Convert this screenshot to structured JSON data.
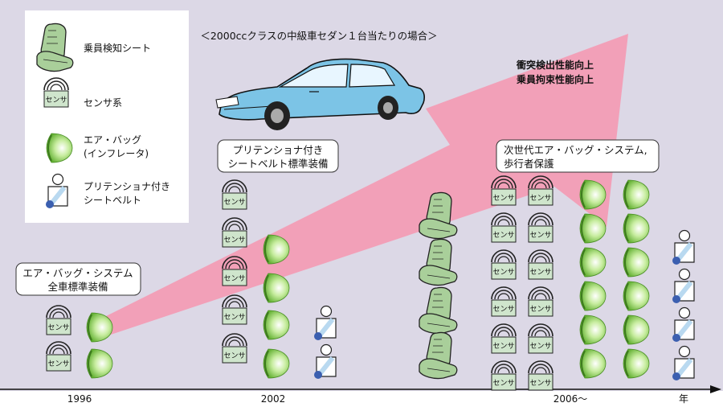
{
  "subtitle": "＜2000ccクラスの中級車セダン１台当たりの場合＞",
  "legend": {
    "seat_label": "乗員検知シート",
    "sensor_label": "センサ系",
    "airbag_label_1": "エア・バッグ",
    "airbag_label_2": "(インフレータ)",
    "belt_label_1": "プリテンショナ付き",
    "belt_label_2": "シートベルト"
  },
  "sensor_box_text": "センサ",
  "trend_label_1": "衝突検出性能向上",
  "trend_label_2": "乗員拘束性能向上",
  "callouts": {
    "c1996_line1": "エア・バッグ・システム",
    "c1996_line2": "全車標準装備",
    "c2002_line1": "プリテンショナ付き",
    "c2002_line2": "シートベルト標準装備",
    "c2006_line1": "次世代エア・バッグ・システム,",
    "c2006_line2": "歩行者保護"
  },
  "axis": {
    "tick_1996": "1996",
    "tick_2002": "2002",
    "tick_2006": "2006〜",
    "unit": "年"
  },
  "colors": {
    "background": "#dcd8e6",
    "arrow": "#f2a0b8",
    "car_body": "#7cc4e6",
    "sensor_fill": "#cfe5cc",
    "airbag_fill": "#9ed66a",
    "seat_fill": "#a9cf9a",
    "belt_fill": "#b9d9f0",
    "belt_anchor": "#3b5fb0"
  },
  "quantities": {
    "y1996": {
      "sensors": 2,
      "airbags": 2,
      "belts": 0,
      "seats": 0
    },
    "y2002": {
      "sensors": 5,
      "airbags": 4,
      "belts": 2,
      "seats": 0
    },
    "y2006": {
      "sensors": 12,
      "airbags": 12,
      "belts": 4,
      "seats": 4
    }
  }
}
